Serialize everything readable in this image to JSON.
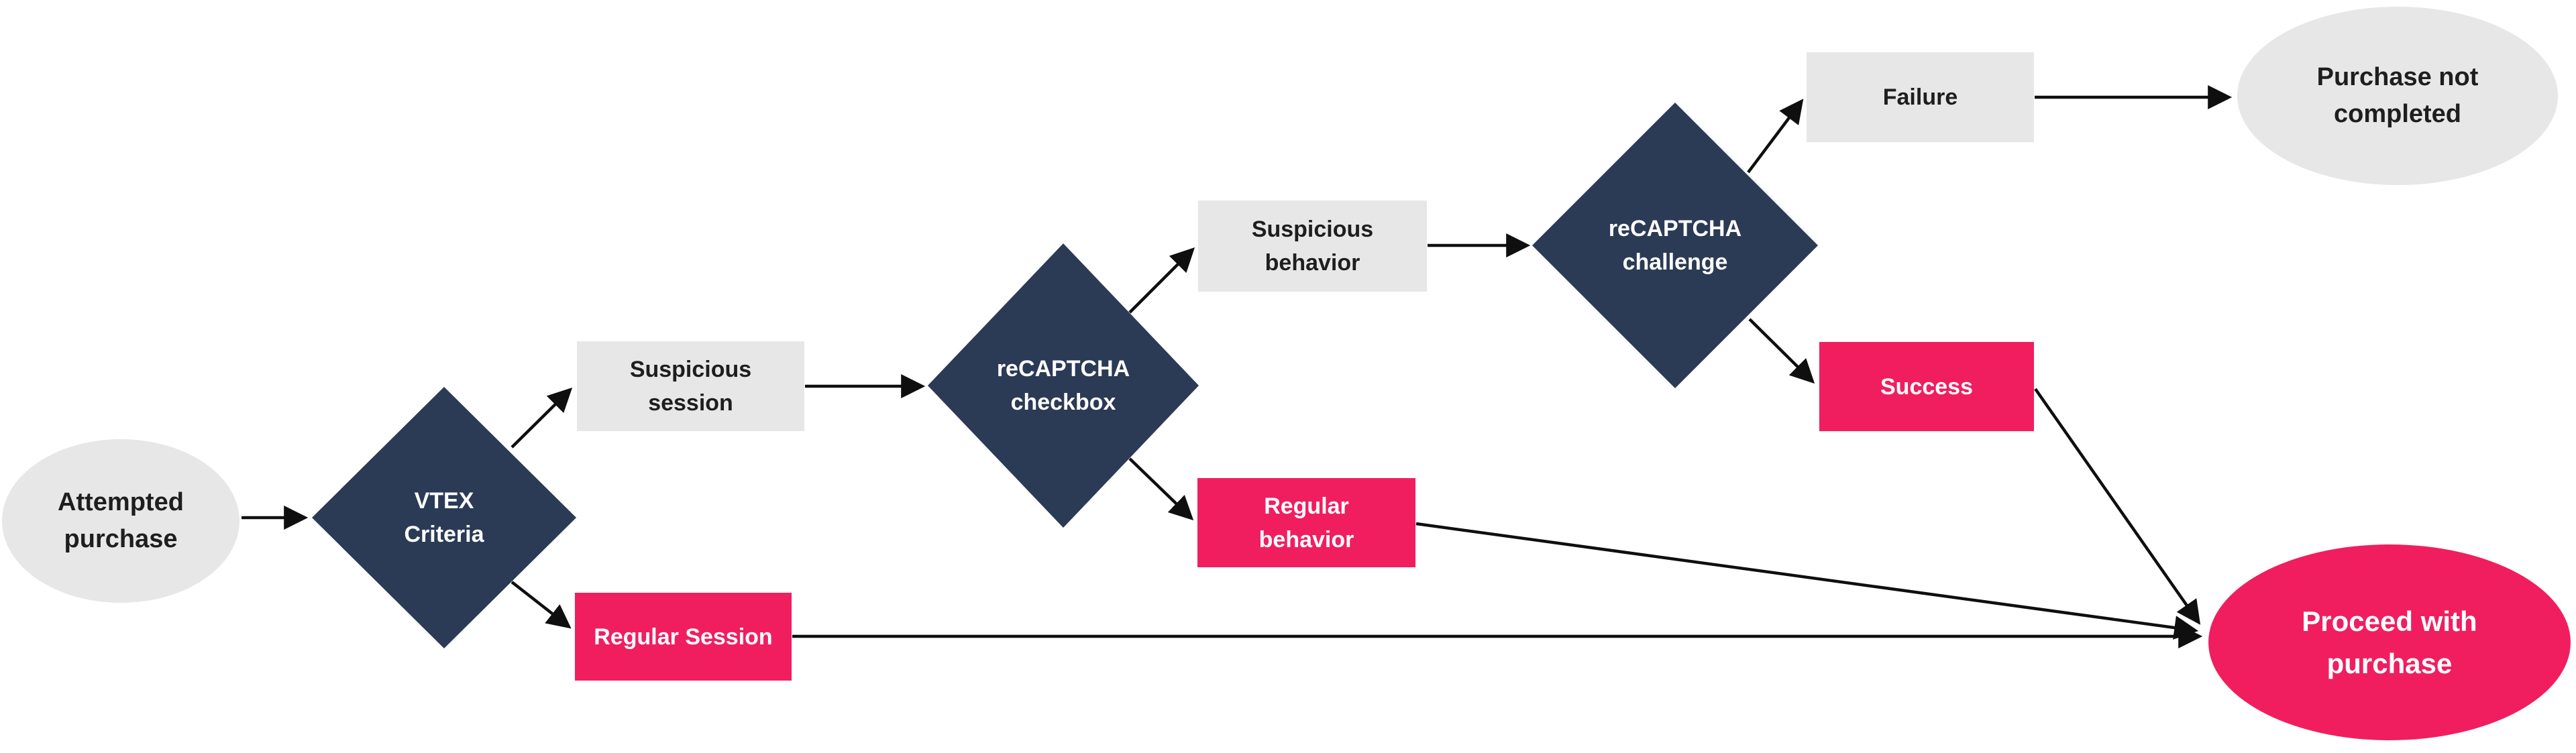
{
  "diagram": {
    "description": "Flowchart of reCAPTCHA decision flow for an attempted purchase",
    "colors": {
      "gray_node": "#e7e7e7",
      "navy_node": "#2b3a55",
      "pink_node": "#f01e5f",
      "edge_color": "#0f0f0f",
      "dark_text": "#1e1e1e",
      "light_text": "#ffffff",
      "canvas_bg": "#ffffff"
    },
    "nodes": [
      {
        "id": "attempted-purchase",
        "shape": "ellipse",
        "color": "gray",
        "label": "Attempted purchase",
        "lines": [
          "Attempted",
          "purchase"
        ]
      },
      {
        "id": "vtex-criteria",
        "shape": "diamond",
        "color": "navy",
        "label": "VTEX Criteria",
        "lines": [
          "VTEX",
          "Criteria"
        ]
      },
      {
        "id": "suspicious-session",
        "shape": "rect",
        "color": "gray",
        "label": "Suspicious session",
        "lines": [
          "Suspicious",
          "session"
        ]
      },
      {
        "id": "regular-session",
        "shape": "rect",
        "color": "pink",
        "label": "Regular Session",
        "lines": [
          "Regular Session"
        ]
      },
      {
        "id": "recaptcha-checkbox",
        "shape": "diamond",
        "color": "navy",
        "label": "reCAPTCHA checkbox",
        "lines": [
          "reCAPTCHA",
          "checkbox"
        ]
      },
      {
        "id": "suspicious-behavior",
        "shape": "rect",
        "color": "gray",
        "label": "Suspicious behavior",
        "lines": [
          "Suspicious",
          "behavior"
        ]
      },
      {
        "id": "regular-behavior",
        "shape": "rect",
        "color": "pink",
        "label": "Regular behavior",
        "lines": [
          "Regular",
          "behavior"
        ]
      },
      {
        "id": "recaptcha-challenge",
        "shape": "diamond",
        "color": "navy",
        "label": "reCAPTCHA challenge",
        "lines": [
          "reCAPTCHA",
          "challenge"
        ]
      },
      {
        "id": "failure",
        "shape": "rect",
        "color": "gray",
        "label": "Failure",
        "lines": [
          "Failure"
        ]
      },
      {
        "id": "success",
        "shape": "rect",
        "color": "pink",
        "label": "Success",
        "lines": [
          "Success"
        ]
      },
      {
        "id": "purchase-not-completed",
        "shape": "ellipse",
        "color": "gray",
        "label": "Purchase not completed",
        "lines": [
          "Purchase not",
          "completed"
        ]
      },
      {
        "id": "proceed-with-purchase",
        "shape": "ellipse",
        "color": "pink",
        "label": "Proceed with purchase",
        "lines": [
          "Proceed with",
          "purchase"
        ]
      }
    ],
    "edges": [
      {
        "from": "attempted-purchase",
        "to": "vtex-criteria"
      },
      {
        "from": "vtex-criteria",
        "to": "suspicious-session"
      },
      {
        "from": "vtex-criteria",
        "to": "regular-session"
      },
      {
        "from": "suspicious-session",
        "to": "recaptcha-checkbox"
      },
      {
        "from": "recaptcha-checkbox",
        "to": "suspicious-behavior"
      },
      {
        "from": "recaptcha-checkbox",
        "to": "regular-behavior"
      },
      {
        "from": "suspicious-behavior",
        "to": "recaptcha-challenge"
      },
      {
        "from": "recaptcha-challenge",
        "to": "failure"
      },
      {
        "from": "recaptcha-challenge",
        "to": "success"
      },
      {
        "from": "failure",
        "to": "purchase-not-completed"
      },
      {
        "from": "success",
        "to": "proceed-with-purchase"
      },
      {
        "from": "regular-behavior",
        "to": "proceed-with-purchase"
      },
      {
        "from": "regular-session",
        "to": "proceed-with-purchase"
      }
    ]
  }
}
